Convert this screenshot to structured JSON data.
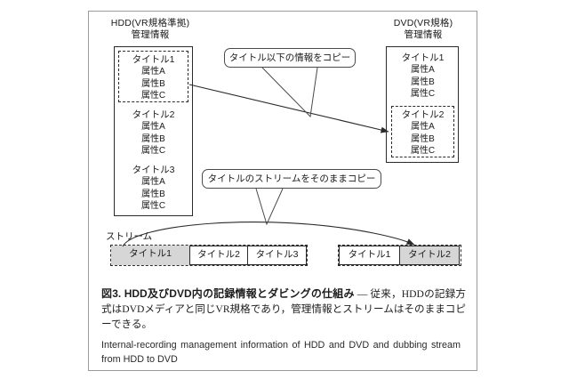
{
  "figure": {
    "hdd": {
      "header": "HDD(VR規格準拠)\n管理情報",
      "groups": [
        {
          "title": "タイトル1",
          "attrs": [
            "属性A",
            "属性B",
            "属性C"
          ],
          "highlight": "dashed"
        },
        {
          "title": "タイトル2",
          "attrs": [
            "属性A",
            "属性B",
            "属性C"
          ],
          "highlight": "none"
        },
        {
          "title": "タイトル3",
          "attrs": [
            "属性A",
            "属性B",
            "属性C"
          ],
          "highlight": "none"
        }
      ]
    },
    "dvd": {
      "header": "DVD(VR規格)\n管理情報",
      "groups": [
        {
          "title": "タイトル1",
          "attrs": [
            "属性A",
            "属性B",
            "属性C"
          ],
          "highlight": "none"
        },
        {
          "title": "タイトル2",
          "attrs": [
            "属性A",
            "属性B",
            "属性C"
          ],
          "highlight": "dashed"
        }
      ]
    },
    "callouts": [
      {
        "text": "タイトル以下の情報をコピー"
      },
      {
        "text": "タイトルのストリームをそのままコピー"
      }
    ],
    "stream": {
      "label": "ストリーム",
      "source_cells": [
        {
          "label": "タイトル1",
          "shaded": true
        },
        {
          "label": "タイトル2",
          "shaded": false
        },
        {
          "label": "タイトル3",
          "shaded": false
        }
      ],
      "target_cells": [
        {
          "label": "タイトル1",
          "shaded": false
        },
        {
          "label": "タイトル2",
          "shaded": true
        }
      ]
    },
    "colors": {
      "shade": "#d6d6d6",
      "line": "#2b2b2b",
      "frame": "#9a9a9a"
    }
  },
  "caption": {
    "ja_title": "図3. HDD及びDVD内の記録情報とダビングの仕組み",
    "ja_dash": " — ",
    "ja_body": "従来，HDDの記録方式はDVDメディアと同じVR規格であり，管理情報とストリームはそのままコピーできる。",
    "en_body": "Internal-recording management information of HDD and DVD and dubbing stream from HDD to DVD"
  }
}
